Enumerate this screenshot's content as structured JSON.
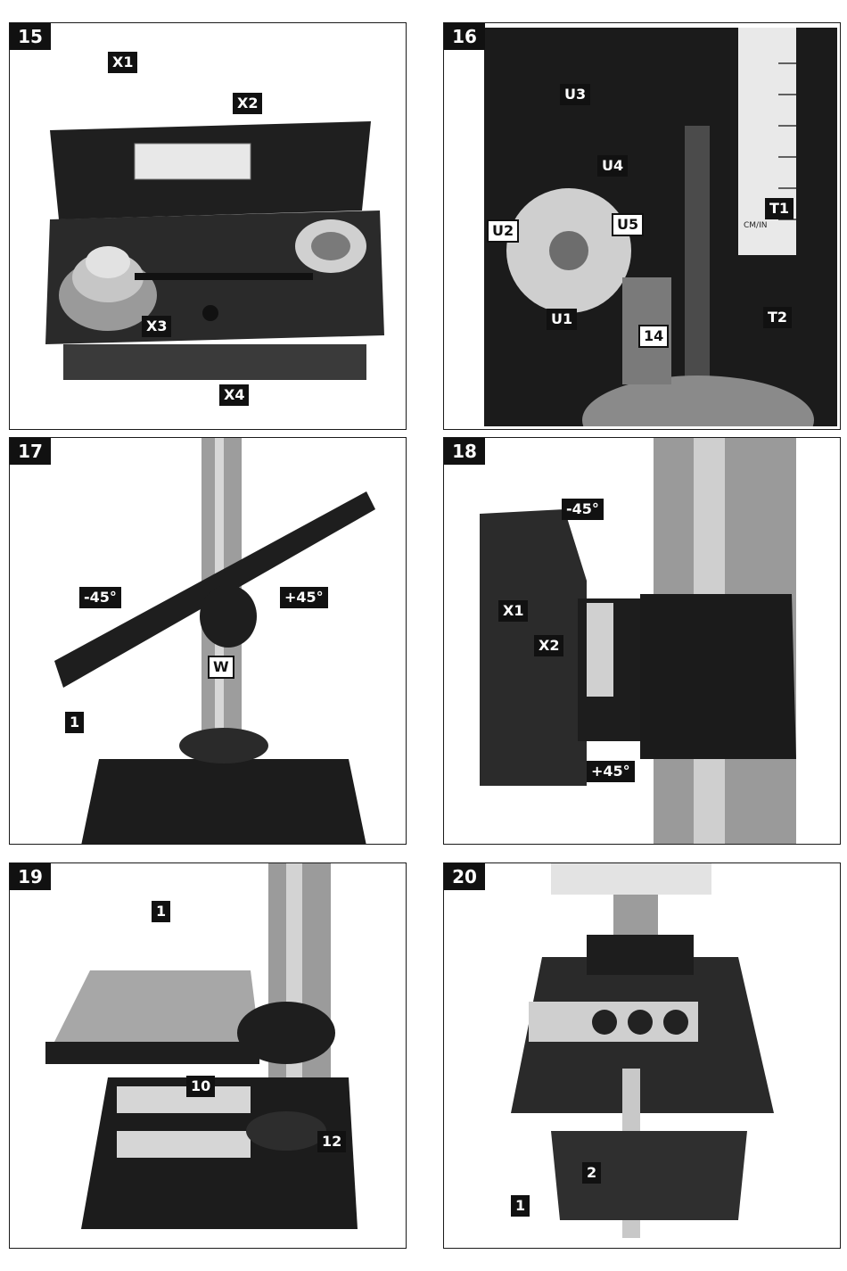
{
  "figures": [
    {
      "number": "15",
      "labels": [
        "X1",
        "X2",
        "X3",
        "X4"
      ]
    },
    {
      "number": "16",
      "labels": [
        "U3",
        "U4",
        "U2",
        "U5",
        "U1",
        "T1",
        "T2",
        "14"
      ],
      "ruler_unit": "CM/IN"
    },
    {
      "number": "17",
      "labels": [
        "-45°",
        "+45°",
        "W",
        "1"
      ]
    },
    {
      "number": "18",
      "labels": [
        "-45°",
        "X1",
        "X2",
        "+45°"
      ]
    },
    {
      "number": "19",
      "labels": [
        "1",
        "10",
        "12"
      ]
    },
    {
      "number": "20",
      "labels": [
        "1",
        "2"
      ]
    }
  ]
}
